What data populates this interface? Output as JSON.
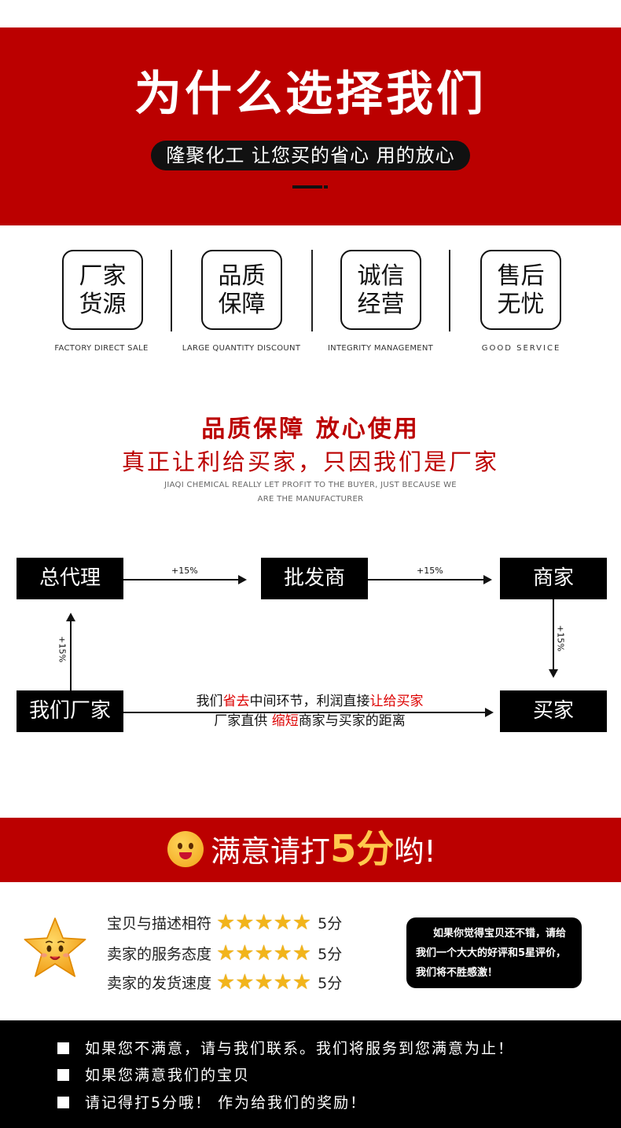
{
  "hero": {
    "title": "为什么选择我们",
    "subtitle": "隆聚化工 让您买的省心 用的放心"
  },
  "features": [
    {
      "line1": "厂家",
      "line2": "货源",
      "en": "FACTORY DIRECT SALE"
    },
    {
      "line1": "品质",
      "line2": "保障",
      "en": "LARGE QUANTITY DISCOUNT"
    },
    {
      "line1": "诚信",
      "line2": "经营",
      "en": "INTEGRITY MANAGEMENT"
    },
    {
      "line1": "售后",
      "line2": "无忧",
      "en": "GOOD SERVICE"
    }
  ],
  "slogan": {
    "line1": "品质保障 放心使用",
    "line2": "真正让利给买家，只因我们是厂家",
    "en_line1": "JIAQI CHEMICAL REALLY LET PROFIT TO THE BUYER, JUST BECAUSE WE",
    "en_line2": "ARE THE MANUFACTURER"
  },
  "flow": {
    "nodes": {
      "agent": "总代理",
      "wholesaler": "批发商",
      "merchant": "商家",
      "factory": "我们厂家",
      "buyer": "买家"
    },
    "markups": {
      "agent_to_wholesaler": "+15%",
      "wholesaler_to_merchant": "+15%",
      "merchant_to_buyer": "+15%",
      "factory_to_agent": "+15%"
    },
    "note": {
      "l1_a": "我们",
      "l1_b": "省去",
      "l1_c": "中间环节，利润直接",
      "l1_d": "让给买家",
      "l2_a": "厂家直供 ",
      "l2_b": "缩短",
      "l2_c": "商家与买家的距离"
    }
  },
  "rating": {
    "title_a": "满意请打",
    "title_five": "5分",
    "title_b": "哟!",
    "rows": [
      {
        "label": "宝贝与描述相符",
        "stars": 5,
        "score": "5分"
      },
      {
        "label": "卖家的服务态度",
        "stars": 5,
        "score": "5分"
      },
      {
        "label": "卖家的发货速度",
        "stars": 5,
        "score": "5分"
      }
    ],
    "bubble": "如果你觉得宝贝还不错，请给我们一个大大的好评和5星评价，我们将不胜感激！"
  },
  "footer": {
    "items": [
      "如果您不满意，请与我们联系。我们将服务到您满意为止！",
      "如果您满意我们的宝贝",
      "请记得打5分哦！ 作为给我们的奖励！"
    ]
  },
  "colors": {
    "brand_red": "#bb0000",
    "accent_red": "#dd0000",
    "star_gold": "#f2b41a",
    "black": "#000000"
  }
}
